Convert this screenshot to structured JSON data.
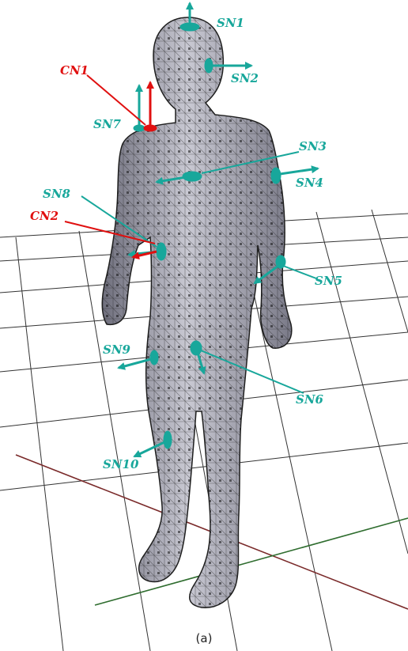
{
  "figure": {
    "caption": "(a)",
    "colors": {
      "sensor": "#18a79b",
      "contact": "#e01010",
      "mesh_fill": "#9a9aa6",
      "mesh_line": "#2a2a2a",
      "grid": "#333333",
      "grid_axis_red": "#7a2a2a",
      "grid_axis_green": "#2f6d2f"
    },
    "sensor_nodes": [
      "SN1",
      "SN2",
      "SN3",
      "SN4",
      "SN5",
      "SN6",
      "SN7",
      "SN8",
      "SN9",
      "SN10"
    ],
    "contact_nodes": [
      "CN1",
      "CN2"
    ]
  }
}
